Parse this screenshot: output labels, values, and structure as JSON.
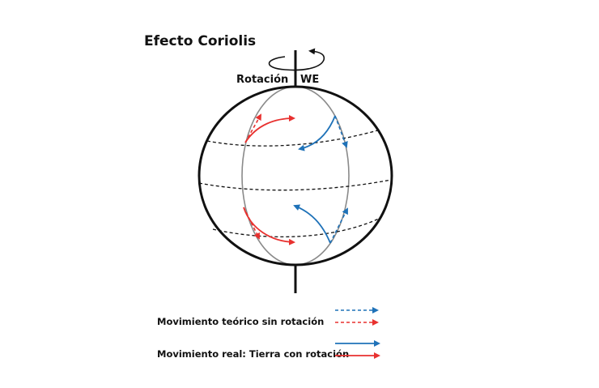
{
  "title": "Efecto Coriolis",
  "rotation_label": "Rotación",
  "direction_label": "WE",
  "legend": [
    {
      "label": "Movimiento teórico sin rotación",
      "style": "dashed"
    },
    {
      "label": "Movimiento real: Tierra con rotación",
      "style": "solid"
    }
  ],
  "colors": {
    "blue": "#1f72b8",
    "red": "#e8312f",
    "outline": "#111111",
    "meridian": "#8a8a8a"
  }
}
